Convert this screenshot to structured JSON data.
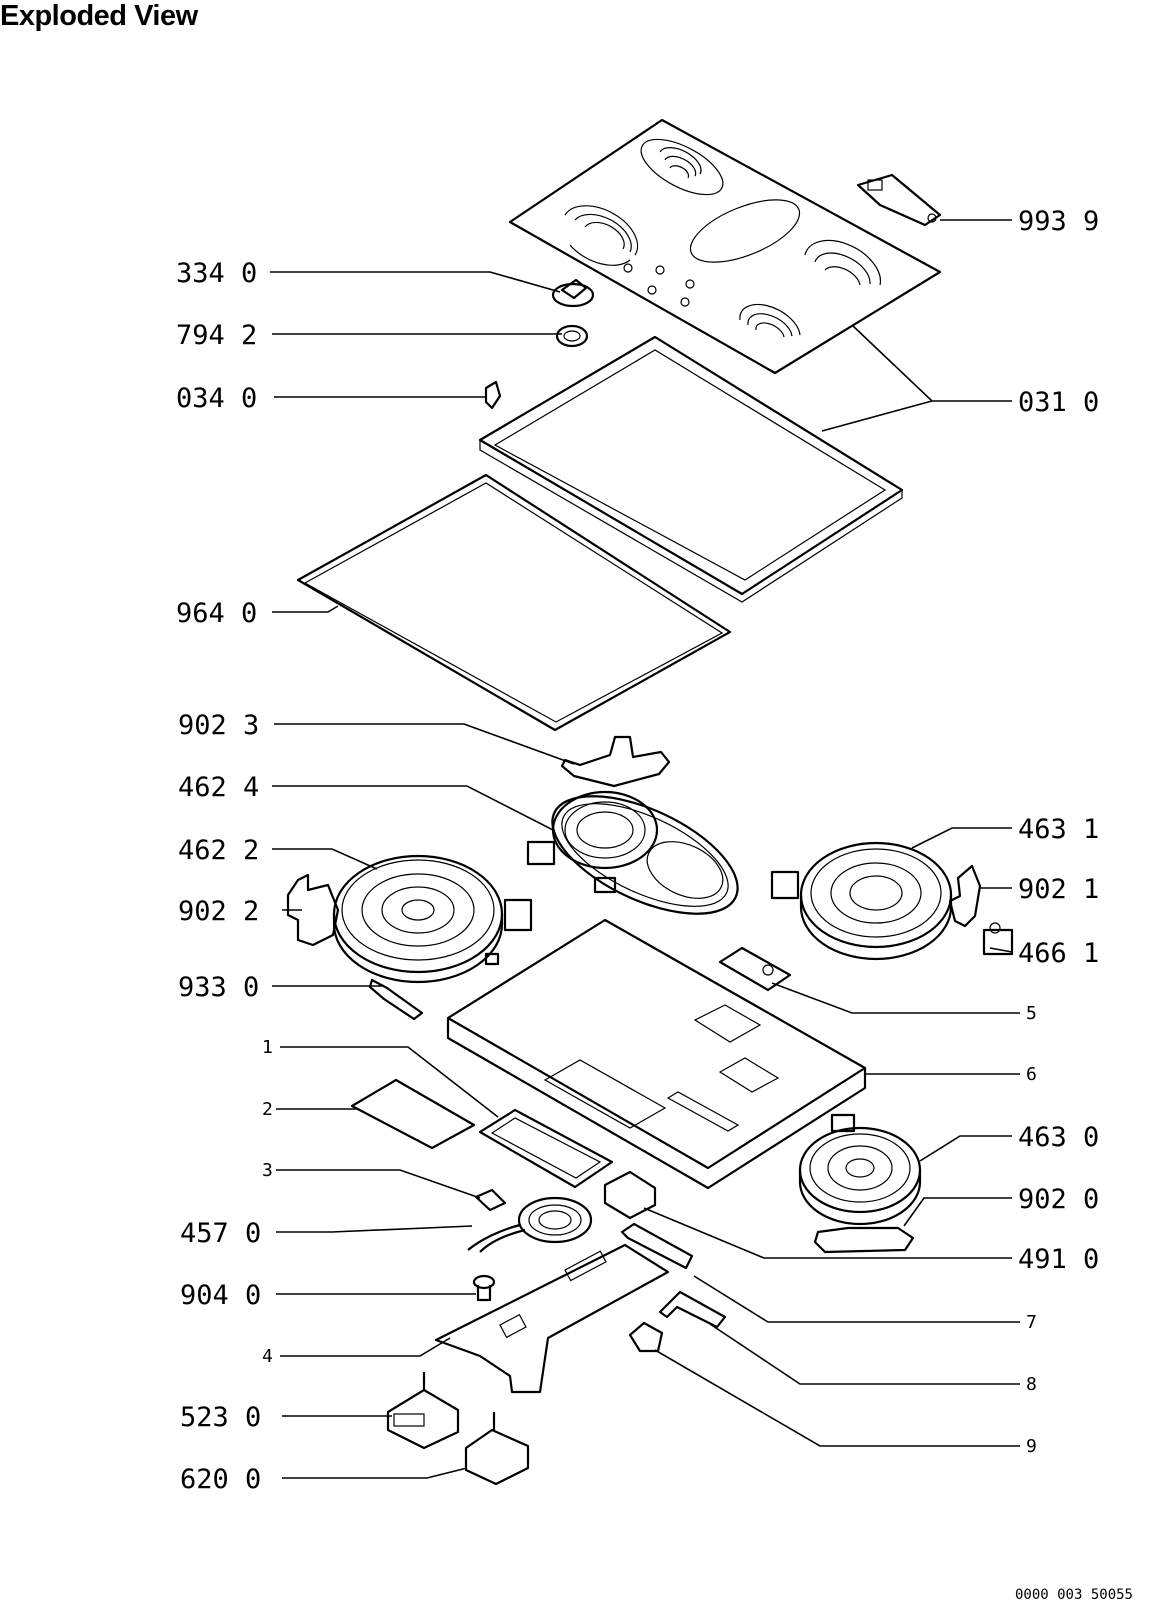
{
  "title": "Exploded View",
  "drawing_code": "0000 003 50055",
  "labels": {
    "p993": "993 9",
    "p334": "334 0",
    "p794": "794 2",
    "p034": "034 0",
    "p031": "031 0",
    "p964": "964 0",
    "p902_3": "902 3",
    "p462_4": "462 4",
    "p462_2": "462 2",
    "p463_1": "463 1",
    "p902_2": "902 2",
    "p902_1": "902 1",
    "p466": "466 1",
    "p933": "933 0",
    "p5": "5",
    "p1": "1",
    "p6": "6",
    "p2": "2",
    "p463_0": "463 0",
    "p3": "3",
    "p902_0": "902 0",
    "p457": "457 0",
    "p491": "491 0",
    "p904": "904 0",
    "p7": "7",
    "p4": "4",
    "p8": "8",
    "p523": "523 0",
    "p9": "9",
    "p620": "620 0"
  }
}
